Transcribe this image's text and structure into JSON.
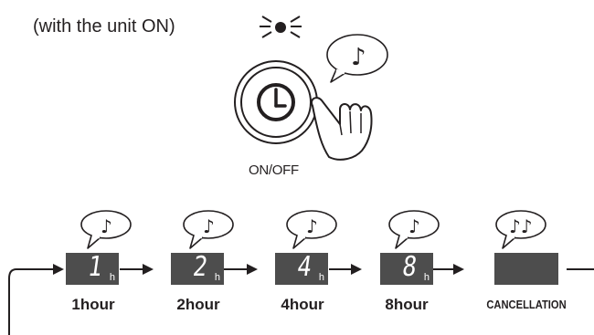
{
  "intro_text": "(with the unit ON)",
  "button_label": "ON/OFF",
  "unit_symbol": "h",
  "sequence": [
    {
      "digit": "1",
      "label": "1hour"
    },
    {
      "digit": "2",
      "label": "2hour"
    },
    {
      "digit": "4",
      "label": "4hour"
    },
    {
      "digit": "8",
      "label": "8hour"
    },
    {
      "digit": "",
      "label": "CANCELLATION"
    }
  ],
  "colors": {
    "ink": "#231f20",
    "display": "#4d4d4d",
    "digits": "#ffffff"
  },
  "icons": [
    "light-indicator-icon",
    "music-note-icon",
    "clock-icon",
    "pointing-hand-icon",
    "double-music-note-icon",
    "arrow-icon"
  ]
}
